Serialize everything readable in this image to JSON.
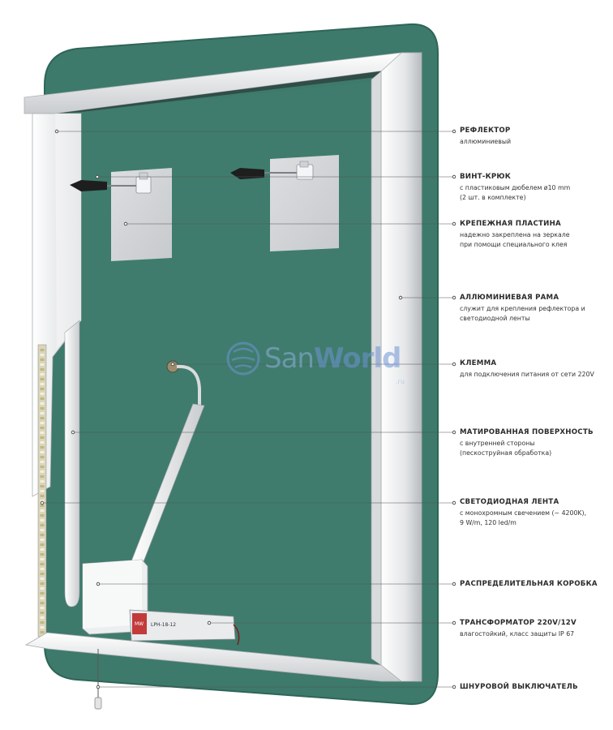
{
  "watermark": {
    "brand_light": "San",
    "brand_bold": "World",
    "suffix": ".ru"
  },
  "callouts": [
    {
      "title": "РЕФЛЕКТОР",
      "desc": "аллюминиевый"
    },
    {
      "title": "ВИНТ-КРЮК",
      "desc": "с пластиковым дюбелем ø10 mm\n(2 шт. в комплекте)"
    },
    {
      "title": "КРЕПЕЖНАЯ ПЛАСТИНА",
      "desc": "надежно закреплена на зеркале\nпри помощи специального клея"
    },
    {
      "title": "АЛЛЮМИНИЕВАЯ РАМА",
      "desc": "служит для крепления рефлектора и\nсветодиодной ленты"
    },
    {
      "title": "КЛЕММА",
      "desc": "для подключения питания от сети 220V"
    },
    {
      "title": "МАТИРОВАННАЯ ПОВЕРХНОСТЬ",
      "desc": "с внутренней стороны\n(пескоструйная обработка)"
    },
    {
      "title": "СВЕТОДИОДНАЯ ЛЕНТА",
      "desc": "с монохромным свечением (~ 4200K),\n9 W/m, 120 led/m"
    },
    {
      "title": "РАСПРЕДЕЛИТЕЛЬНАЯ КОРОБКА",
      "desc": ""
    },
    {
      "title": "ТРАНСФОРМАТОР 220V/12V",
      "desc": "влагостойкий, класс защиты IP 67"
    },
    {
      "title": "ШНУРОВОЙ ВЫКЛЮЧАТЕЛЬ",
      "desc": ""
    }
  ],
  "transformer": {
    "label_model": "LPH-18-12",
    "label_brand": "MW"
  },
  "colors": {
    "glass": "#3d7a6b",
    "glass_edge": "#2f6557",
    "frame": "#e8eaec",
    "frame_shadow": "#b9bdc1",
    "plate": "#d4d6d9",
    "leader": "#555555"
  }
}
